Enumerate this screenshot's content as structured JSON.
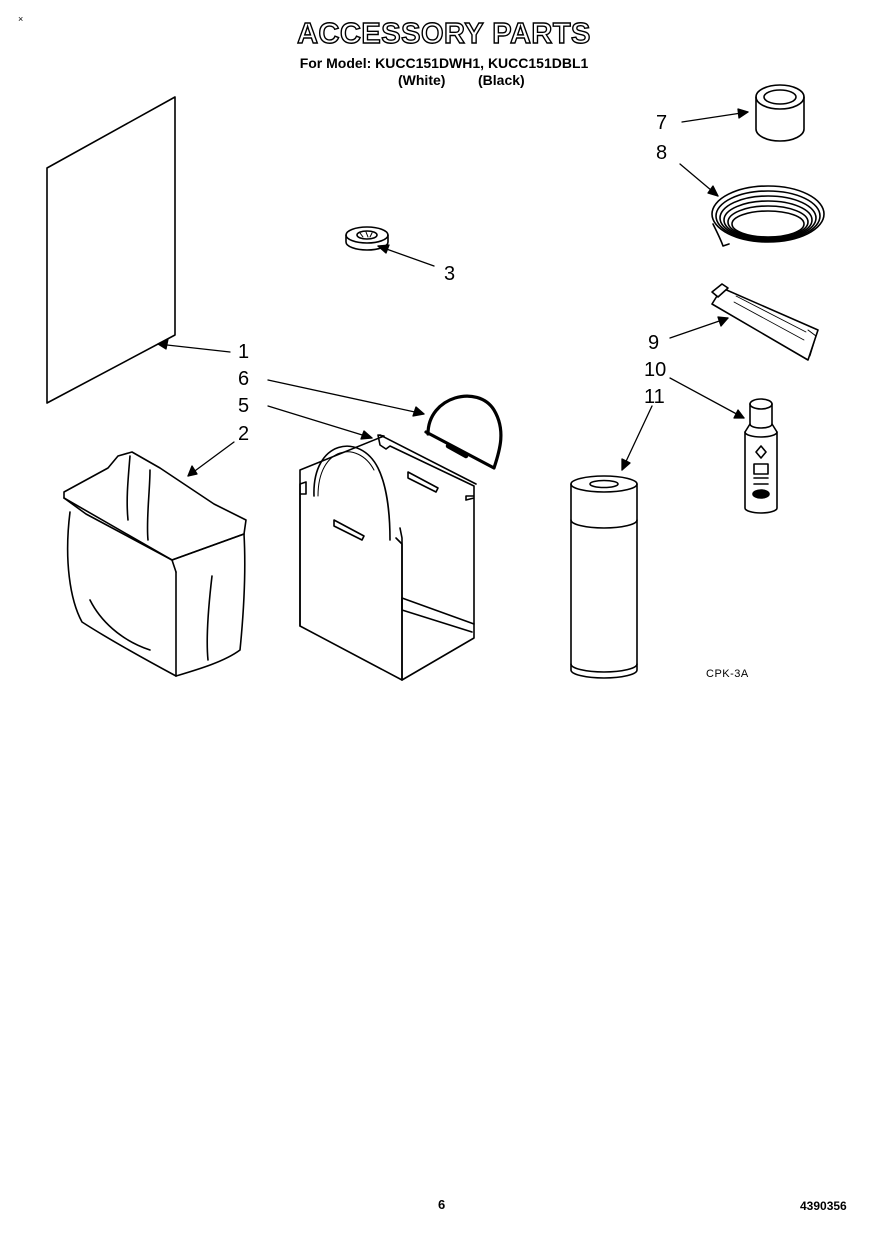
{
  "header": {
    "title": "ACCESSORY PARTS",
    "model_line": "For Model: KUCC151DWH1, KUCC151DBL1",
    "variant_white": "(White)",
    "variant_black": "(Black)",
    "corner_mark": "×"
  },
  "callouts": [
    "1",
    "2",
    "3",
    "5",
    "6",
    "7",
    "8",
    "9",
    "10",
    "11"
  ],
  "figure_code": "CPK-3A",
  "footer": {
    "page_number": "6",
    "doc_number": "4390356"
  },
  "line_color": "#000000"
}
